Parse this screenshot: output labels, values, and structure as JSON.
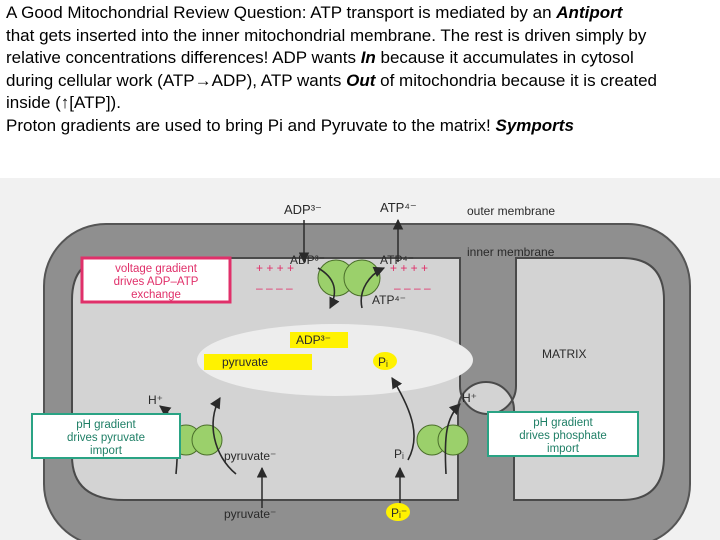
{
  "caption": {
    "line1_text": "A Good Mitochondrial  Review Question: ATP transport is mediated by an ",
    "line1_emph": "Antiport",
    "line2_text": "that gets inserted into the inner mitochondrial membrane.  The rest is driven simply by",
    "line3_a": "relative concentrations differences!  ADP wants ",
    "line3_emph": "In",
    "line3_b": " because it accumulates in cytosol",
    "line4_a": "during cellular work (ATP",
    "line4_arrow": "→",
    "line4_b": "ADP), ATP wants ",
    "line4_emph": "Out",
    "line4_c": " of mitochondria because it is created",
    "line5": "inside (↑[ATP]).",
    "line6_text": "Proton gradients are used to bring Pi and Pyruvate to the matrix! ",
    "line6_emph": "Symports"
  },
  "diagram": {
    "outer_membrane": "outer membrane",
    "inner_membrane": "inner membrane",
    "matrix": "MATRIX",
    "adp_top": "ADP³⁻",
    "atp_top": "ATP⁴⁻",
    "adp_mid": "ADP³⁻",
    "atp_mid": "ATP⁴⁻",
    "atp_low": "ATP⁴⁻",
    "adp_matrix": "ADP³⁻",
    "pyruvate_matrix": "pyruvate",
    "pi_matrix": "Pᵢ",
    "plus_left": "+ + + +",
    "minus_left": "– – – –",
    "plus_right": "+ + + +",
    "minus_right": "– – – –",
    "voltage_box": [
      "voltage gradient",
      "drives ADP–ATP",
      "exchange"
    ],
    "ph_left_box": [
      "pH gradient",
      "drives pyruvate",
      "import"
    ],
    "ph_right_box": [
      "pH gradient",
      "drives phosphate",
      "import"
    ],
    "h_left": "H⁺",
    "h_right": "H⁺",
    "pyruvate_mid": "pyruvate⁻",
    "pi_mid": "Pᵢ",
    "pyruvate_bottom": "pyruvate⁻",
    "pi_bottom": "Pᵢ⁻",
    "colors": {
      "intermembrane": "#8f8f8f",
      "matrix": "#d3d3d3",
      "transporter": "#9bd06b",
      "voltage_box": "#e0306a",
      "ph_box": "#2aa384",
      "highlight": "#fff200",
      "sign_red": "#e0306a"
    }
  }
}
